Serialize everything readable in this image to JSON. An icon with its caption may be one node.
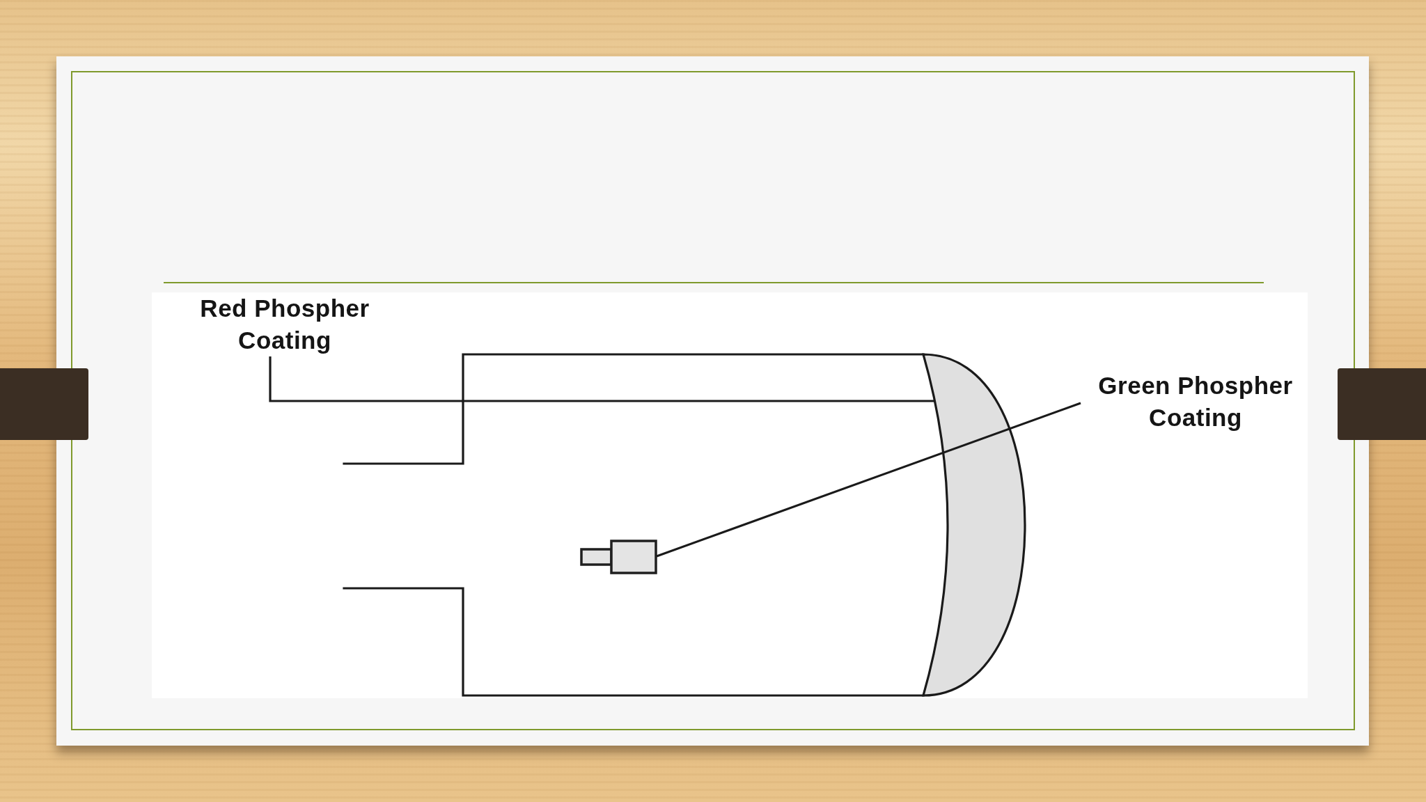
{
  "diagram": {
    "nodes": [
      {
        "text": [
          "Red Phospher Coating"
        ]
      },
      {
        "text": [
          "Green Phospher Coating"
        ]
      },
      {
        "text": [],
        "shape": "crescent"
      },
      {
        "text": [],
        "shape": "box"
      }
    ],
    "edges": [
      {
        "from": 0,
        "to": 2,
        "arrow": "none"
      },
      {
        "from": 1,
        "to": 3,
        "arrow": "none"
      }
    ]
  }
}
